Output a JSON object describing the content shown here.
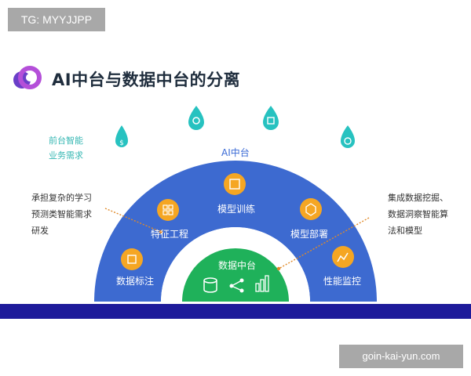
{
  "watermark_top": "TG: MYYJJPP",
  "title": "AI中台与数据中台的分离",
  "front_label": "前台智能\n业务需求",
  "ai_label": "AI中台",
  "left_note": "承担复杂的学习\n预测类智能需求\n研发",
  "right_note": "集成数据挖掘、\n数据洞察智能算\n法和模型",
  "modules": {
    "data_label": "数据标注",
    "feature": "特征工程",
    "train": "模型训练",
    "deploy": "模型部署",
    "monitor": "性能监控"
  },
  "data_center": "数据中台",
  "watermark_bottom": "goin-kai-yun.com",
  "colors": {
    "arch_blue": "#3d6ad0",
    "data_green": "#1fb15a",
    "icon_orange": "#f5a623",
    "drop_teal": "#27c2c0",
    "bottom_bar": "#1e1b9a"
  }
}
